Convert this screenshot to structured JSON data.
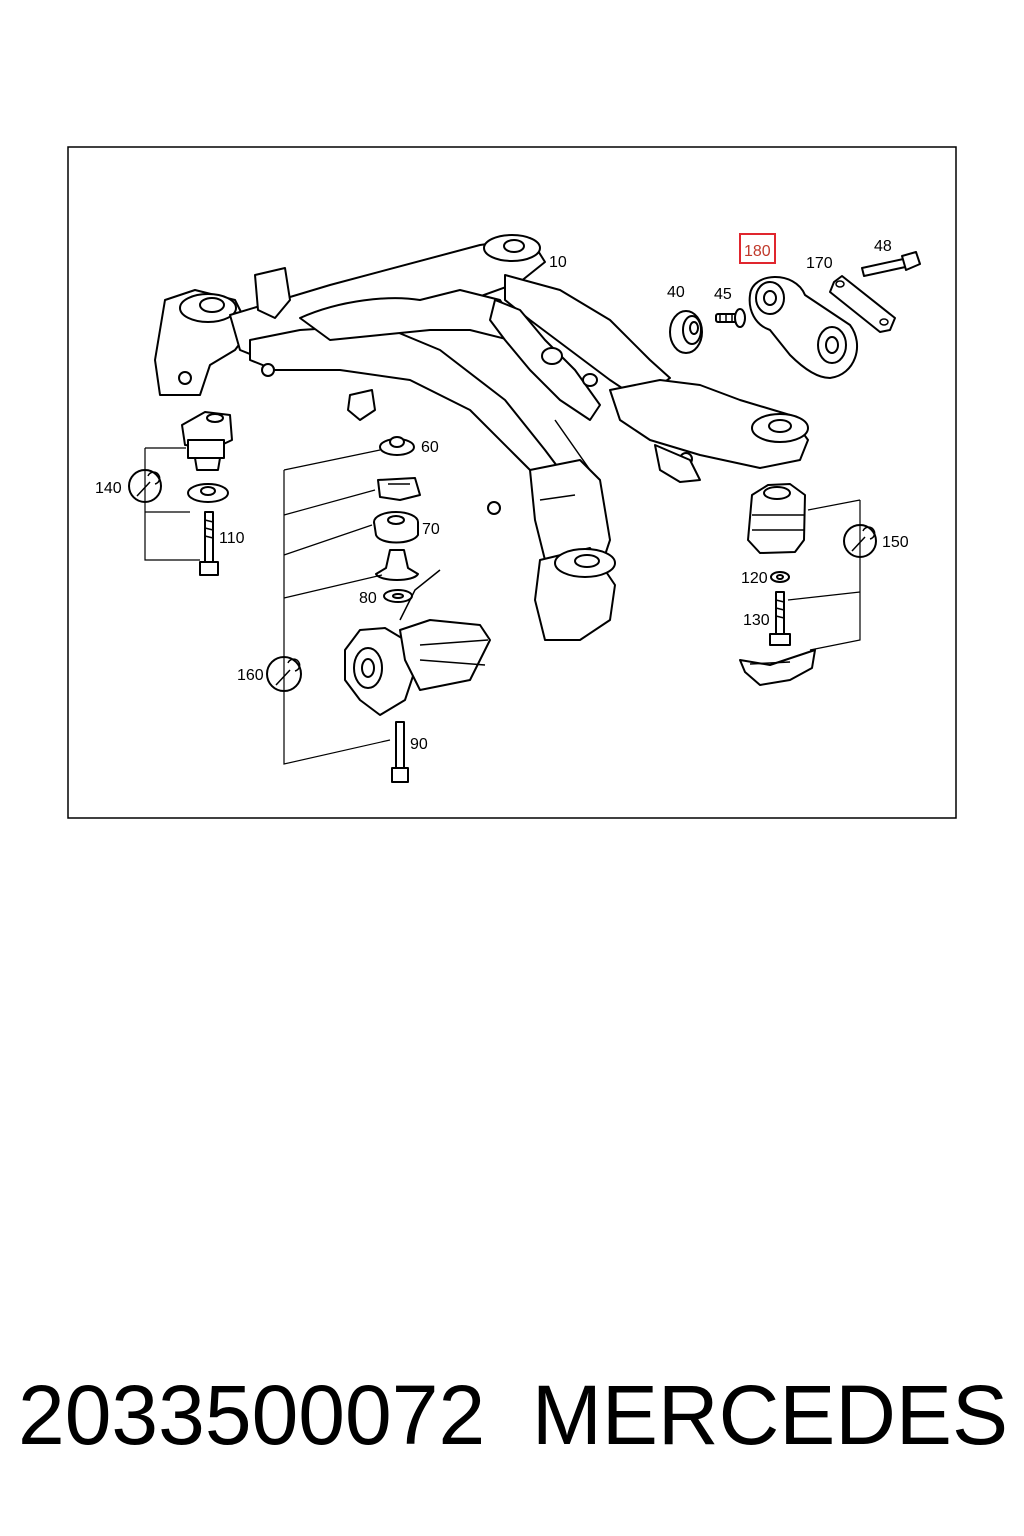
{
  "labels": {
    "p10": "10",
    "p40": "40",
    "p45": "45",
    "p180": "180",
    "p170": "170",
    "p48": "48",
    "p60": "60",
    "p70": "70",
    "p80": "80",
    "p90": "90",
    "p110": "110",
    "p120": "120",
    "p130": "130",
    "p140": "140",
    "p150": "150",
    "p160": "160"
  },
  "highlight_label": "p180",
  "highlight_color": "#e0262e",
  "caption": {
    "part_number": "2033500072",
    "brand": "MERCEDES"
  }
}
